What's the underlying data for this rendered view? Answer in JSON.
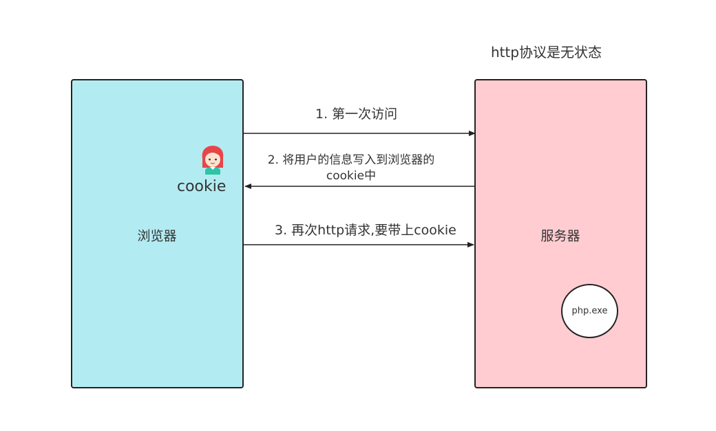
{
  "title_note": "http协议是无状态",
  "browser": {
    "label": "浏览器",
    "fill": "#b3ebf2"
  },
  "server": {
    "label": "服务器",
    "fill": "#ffccd1",
    "process_label": "php.exe"
  },
  "cookie": {
    "label": "cookie",
    "icon": "girl-avatar-icon"
  },
  "steps": [
    {
      "label": "1. 第一次访问",
      "direction": "browser-to-server"
    },
    {
      "label_line1": "2. 将用户的信息写入到浏览器的",
      "label_line2": "cookie中",
      "direction": "server-to-browser"
    },
    {
      "label": "3. 再次http请求,要带上cookie",
      "direction": "browser-to-server"
    }
  ]
}
